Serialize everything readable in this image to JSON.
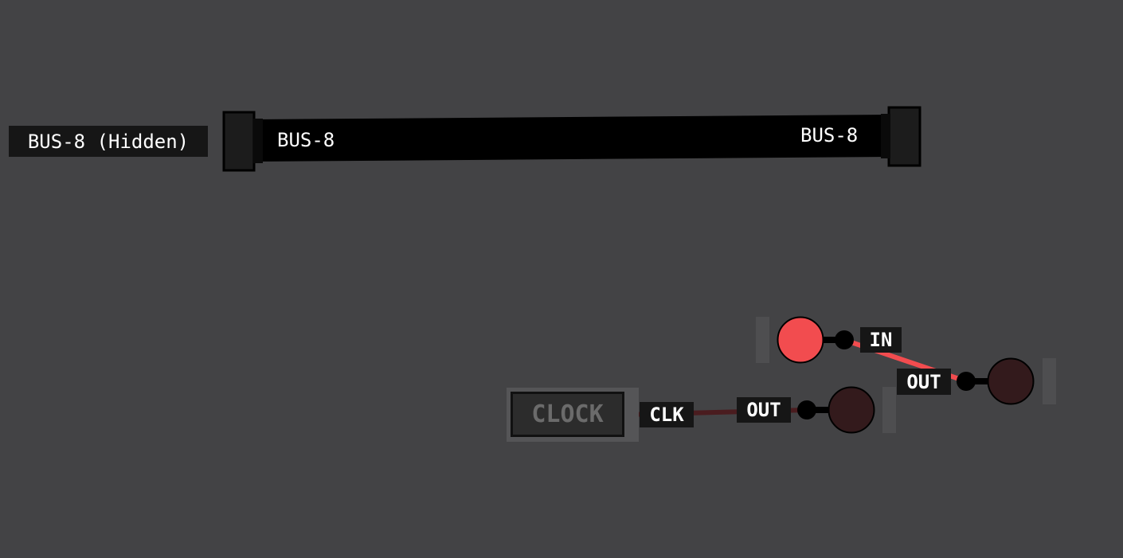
{
  "bus": {
    "hidden_label": "BUS-8 (Hidden)",
    "start_label": "BUS-8",
    "end_label": "BUS-8"
  },
  "clock": {
    "title": "CLOCK",
    "pin_label": "CLK"
  },
  "input_pin": {
    "label": "IN",
    "state": "on",
    "color": "#f24c4f"
  },
  "output_pin_1": {
    "label": "OUT",
    "state": "off",
    "color": "#331a1c"
  },
  "output_pin_2": {
    "label": "OUT",
    "state": "off",
    "color": "#331a1c"
  },
  "colors": {
    "background": "#434345",
    "wire_on": "#f24c4f",
    "wire_off": "#4a1c1f"
  }
}
